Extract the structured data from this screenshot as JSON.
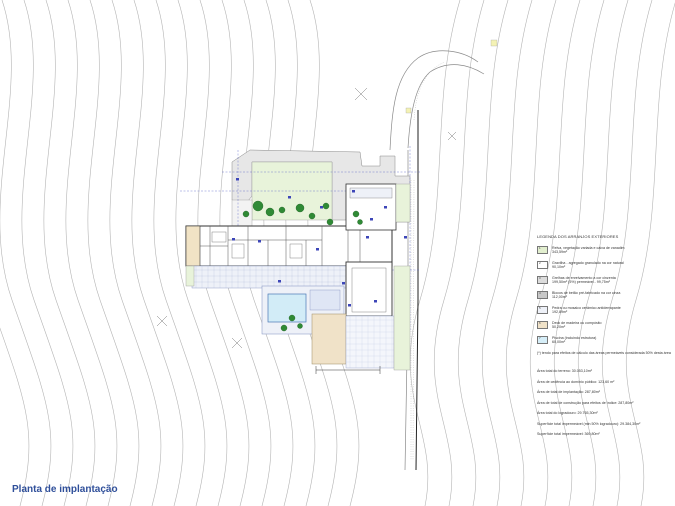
{
  "caption": "Planta de implantação",
  "legend": {
    "title": "LEGENDA DOS ARRANJOS EXTERIORES",
    "items": [
      {
        "num": "1",
        "line1": "Relva, vegetação variada e caixa de vanadim",
        "line2": "343,59m²",
        "fill": "#e2efcf"
      },
      {
        "num": "2",
        "line1": "Gravilha - agregado granulado na cor natural",
        "line2": "90,10m²",
        "fill": "#ffffff"
      },
      {
        "num": "3",
        "line1": "Grelhas de enrelvamento a cor cinzenta",
        "line2": "199,50m² (5%) permeável - 99,75m²",
        "fill": "#dcdcdc"
      },
      {
        "num": "4",
        "line1": "Blocos de betão pré-fabricado na cor cinza",
        "line2": "112,00m²",
        "fill": "#c8c8c8"
      },
      {
        "num": "5",
        "line1": "Pedra ou mosaico cerâmico antiderrapante",
        "line2": "192,89m²",
        "fill": "#eef1f8"
      },
      {
        "num": "6",
        "line1": "Deck de madeira ou compósito",
        "line2": "50,20m²",
        "fill": "#f0e2c8"
      },
      {
        "num": "7",
        "line1": "Piscina (incluindo estrutura)",
        "line2": "60,00m²",
        "fill": "#d6eef8"
      }
    ],
    "note": "(*) tendo para efeitos de cálculo das áreas permeáveis considerada 50% desta área",
    "stats": [
      "Área total do terreno: 30.053,10m²",
      "Área de cedência ao domínio público: 123,60 m²",
      "Área de total de implantação: 287,80m²",
      "Área de total de construção para efeitos de índice: 287,80m²",
      "Área total do logradouro: 29.765,30m²",
      "Superfície total impermeável (min 50% logradouro): 29.384,30m²",
      "Superfície total impermeável: 369,80m²"
    ]
  }
}
